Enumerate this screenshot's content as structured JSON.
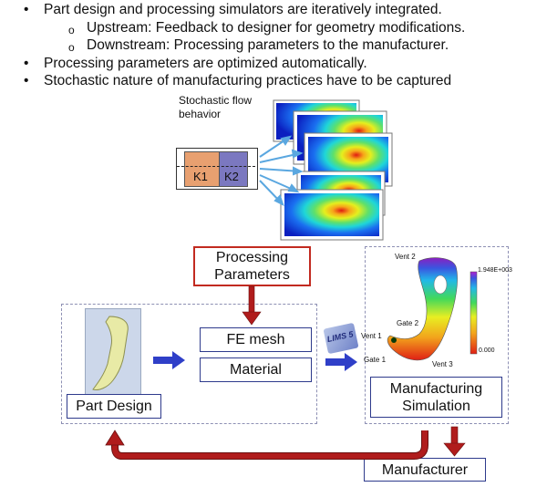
{
  "bullets": [
    {
      "text": "Part design and processing simulators are iteratively integrated.",
      "marker": "•"
    },
    {
      "text": "Upstream: Feedback to designer for geometry modifications.",
      "marker": "o"
    },
    {
      "text": "Downstream: Processing parameters to the manufacturer.",
      "marker": "o"
    },
    {
      "text": "Processing parameters are optimized automatically.",
      "marker": "•"
    },
    {
      "text": "Stochastic nature of manufacturing practices have to be captured",
      "marker": "•"
    }
  ],
  "stochastic": {
    "label": "Stochastic flow behavior",
    "k1": "K1",
    "k2": "K2"
  },
  "boxes": {
    "processing_parameters": "Processing Parameters",
    "fe_mesh": "FE mesh",
    "material": "Material",
    "part_design": "Part Design",
    "manufacturing_simulation": "Manufacturing Simulation",
    "manufacturer": "Manufacturer"
  },
  "simulation": {
    "vent2": "Vent 2",
    "vent1": "Vent 1",
    "vent3": "Vent 3",
    "gate1": "Gate 1",
    "gate2": "Gate 2",
    "scale_max": "1.948E+003",
    "scale_min": "0.000"
  },
  "lims_logo": "LIMS 5",
  "colors": {
    "box_border": "#2e3a8c",
    "red_border": "#c22a20",
    "arrow_blue": "#2f3fc8",
    "arrow_red": "#b01c1c",
    "k1_fill": "#e8a070",
    "k2_fill": "#7b78c0"
  }
}
